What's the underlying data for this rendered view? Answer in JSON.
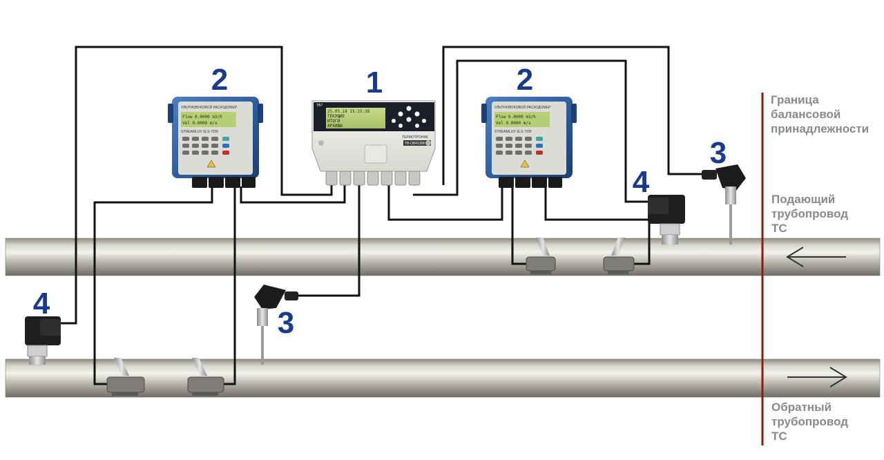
{
  "labels": {
    "calculator_number": "1",
    "flowmeter_left_number": "2",
    "flowmeter_right_number": "2",
    "temp_sensor_top_number": "3",
    "temp_sensor_bottom_number": "3",
    "pressure_sensor_left_number": "4",
    "pressure_sensor_right_number": "4"
  },
  "boundary": {
    "line1": "Граница",
    "line2": "балансовой",
    "line3": "принадлежности",
    "color": "#8b1a1a"
  },
  "supply": {
    "line1": "Подающий",
    "line2": "трубопровод",
    "line3": "ТС"
  },
  "return": {
    "line1": "Обратный",
    "line2": "трубопровод",
    "line3": "ТС"
  },
  "calculator": {
    "model": "ТВ7",
    "brand": "ТЕРМОТРОНИК",
    "badge": "ТВ-ОВ4130К",
    "lcd": [
      "25.05.18 15:25:38",
      "ТЕКУЩИЕ",
      "ИТОГИ",
      "АРХИВЫ"
    ]
  },
  "flowmeter": {
    "caption": "УЛЬТРАЗВУКОВОЙ РАСХОДОМЕР",
    "model": "STREAMLUX SLS-720F",
    "lcd": [
      "Flow  0.0000 m3/h",
      "Vel   0.0000 m/s"
    ]
  },
  "colors": {
    "number": "#1a3a8c",
    "label": "#8a8a8a",
    "wire": "#111111",
    "housing": "#2f5fa0"
  }
}
